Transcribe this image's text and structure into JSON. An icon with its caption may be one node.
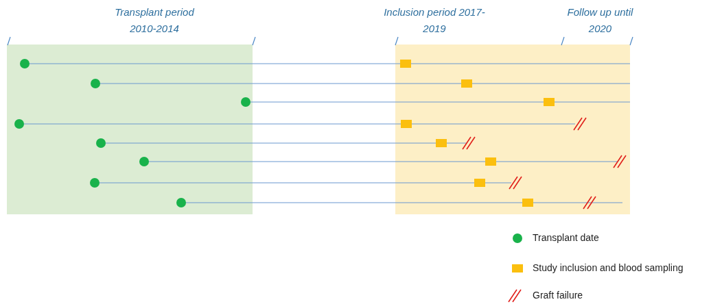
{
  "diagram": {
    "labels": [
      "Transplant period 2010-2014",
      "Inclusion period 2017-2019",
      "Follow up until 2020"
    ],
    "legend": [
      {
        "text": "Transplant date"
      },
      {
        "text": "Study inclusion and blood sampling"
      },
      {
        "text": "Graft failure"
      }
    ]
  }
}
